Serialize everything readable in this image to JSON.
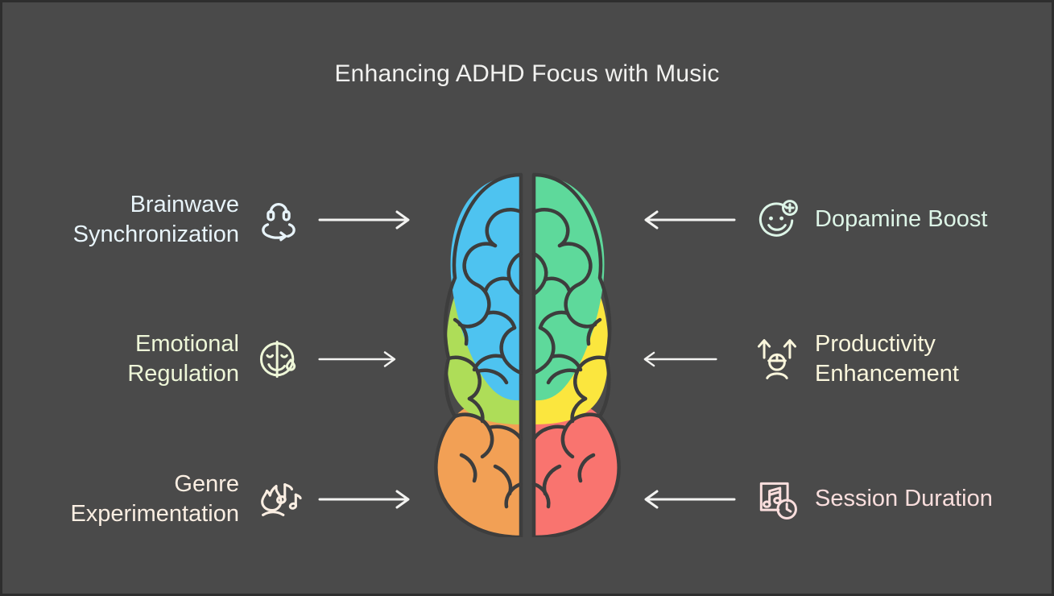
{
  "title": "Enhancing ADHD Focus with Music",
  "background_color": "#4a4a4a",
  "left_items": [
    {
      "label": "Brainwave\nSynchronization",
      "text_color": "#e8f4fa",
      "icon": "headphones-sync-icon",
      "arrow": "arrow-right"
    },
    {
      "label": "Emotional\nRegulation",
      "text_color": "#eef7d8",
      "icon": "emotion-face-split-icon",
      "arrow": "arrow-right"
    },
    {
      "label": "Genre\nExperimentation",
      "text_color": "#faeee2",
      "icon": "campfire-music-notes-icon",
      "arrow": "arrow-right"
    }
  ],
  "right_items": [
    {
      "label": "Dopamine Boost",
      "text_color": "#ddf5e7",
      "icon": "smiley-plus-icon",
      "arrow": "arrow-left"
    },
    {
      "label": "Productivity\nEnhancement",
      "text_color": "#faf6dc",
      "icon": "person-up-arrows-icon",
      "arrow": "arrow-left"
    },
    {
      "label": "Session Duration",
      "text_color": "#fadedd",
      "icon": "music-card-clock-icon",
      "arrow": "arrow-left"
    }
  ],
  "brain": {
    "name": "brain-illustration",
    "outline_color": "#3d3d3d",
    "regions": [
      {
        "name": "left-frontal",
        "color": "#4ec3f0"
      },
      {
        "name": "right-frontal",
        "color": "#5ed99b"
      },
      {
        "name": "left-parietal",
        "color": "#aedd58"
      },
      {
        "name": "right-parietal",
        "color": "#fbe63e"
      },
      {
        "name": "left-occipital",
        "color": "#f2a055"
      },
      {
        "name": "right-occipital",
        "color": "#f9746f"
      }
    ]
  }
}
